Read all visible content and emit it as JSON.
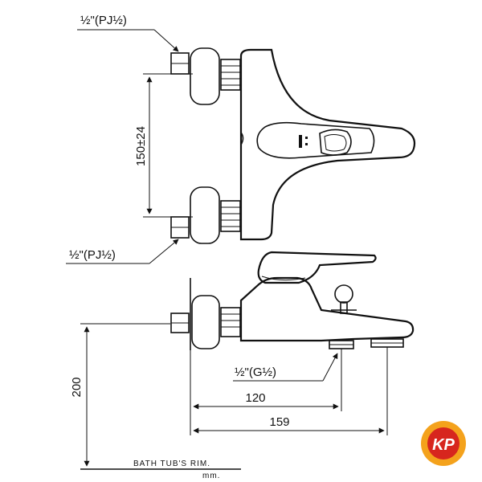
{
  "top_inlet_label": "½\"(PJ½)",
  "bottom_inlet_label": "½\"(PJ½)",
  "outlet_label": "½\"(G½)",
  "vertical_dim": "150±24",
  "height_dim": "200",
  "depth_dim_short": "120",
  "depth_dim_long": "159",
  "rim_note_line1": "BATH TUB'S RIM.",
  "rim_note_line2": "mm.",
  "logo_text": "KP",
  "colors": {
    "line": "#111111",
    "logo_outer": "#f4a21c",
    "logo_inner": "#d7261e",
    "logo_text": "#ffffff"
  }
}
